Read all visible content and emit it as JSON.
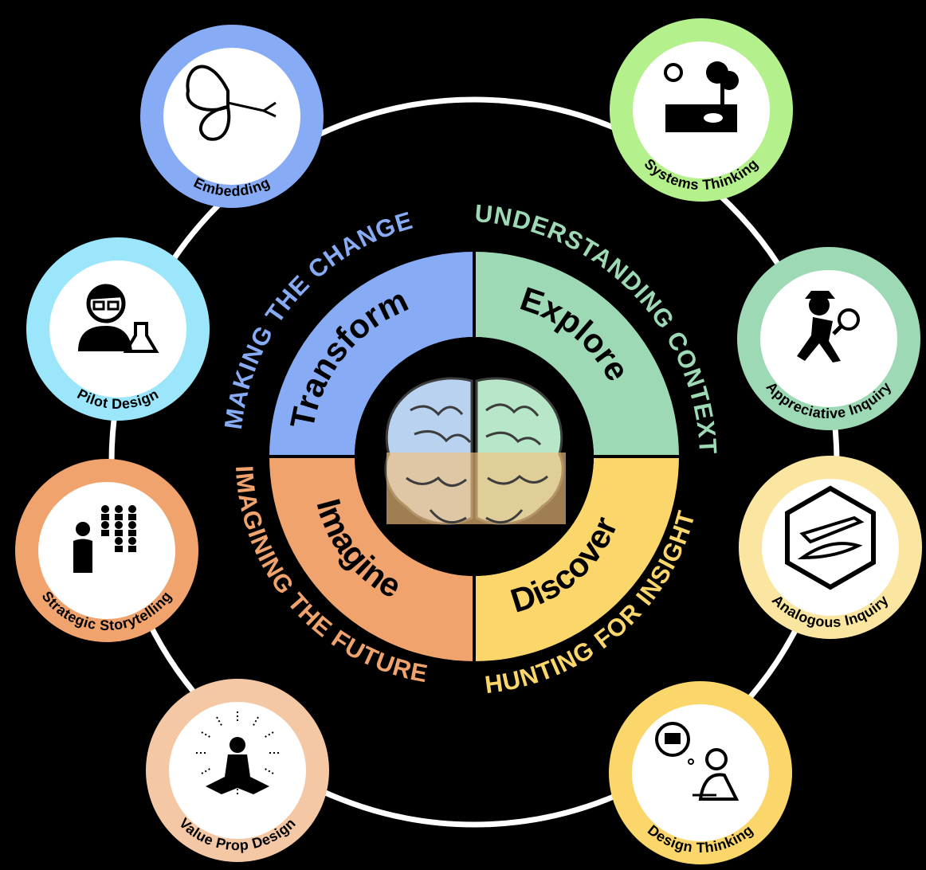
{
  "center": {
    "icon": "brain-icon"
  },
  "quadrants": [
    {
      "id": "transform",
      "label": "Transform",
      "color": "#87abf5"
    },
    {
      "id": "explore",
      "label": "Explore",
      "color": "#9ed9b6"
    },
    {
      "id": "discover",
      "label": "Discover",
      "color": "#fad66b"
    },
    {
      "id": "imagine",
      "label": "Imagine",
      "color": "#f0a36d"
    }
  ],
  "captions": {
    "making": {
      "text": "MAKING THE CHANGE",
      "color": "#87abf5"
    },
    "understanding": {
      "text": "UNDERSTANDING CONTEXT",
      "color": "#9ed9b6"
    },
    "hunting": {
      "text": "HUNTING FOR INSIGHT",
      "color": "#fad66b"
    },
    "imagining": {
      "text": "IMAGINING THE FUTURE",
      "color": "#f0a36d"
    }
  },
  "badges": [
    {
      "id": "embedding",
      "label": "Embedding",
      "ring": "#87abf5",
      "icon": "butterfly-icon"
    },
    {
      "id": "systems",
      "label": "Systems Thinking",
      "ring": "#b4f08c",
      "icon": "ecosystem-icon"
    },
    {
      "id": "pilot",
      "label": "Pilot Design",
      "ring": "#9be6fb",
      "icon": "scientist-icon"
    },
    {
      "id": "appreciative",
      "label": "Appreciative Inquiry",
      "ring": "#9ed9b6",
      "icon": "detective-icon"
    },
    {
      "id": "storytelling",
      "label": "Strategic Storytelling",
      "ring": "#f0a36d",
      "icon": "audience-icon"
    },
    {
      "id": "analogous",
      "label": "Analogous Inquiry",
      "ring": "#fae6a0",
      "icon": "plane-bird-icon"
    },
    {
      "id": "valueprop",
      "label": "Value Prop Design",
      "ring": "#f5c8a5",
      "icon": "meditation-icon"
    },
    {
      "id": "designthinking",
      "label": "Design Thinking",
      "ring": "#fad66b",
      "icon": "sketching-icon"
    }
  ]
}
